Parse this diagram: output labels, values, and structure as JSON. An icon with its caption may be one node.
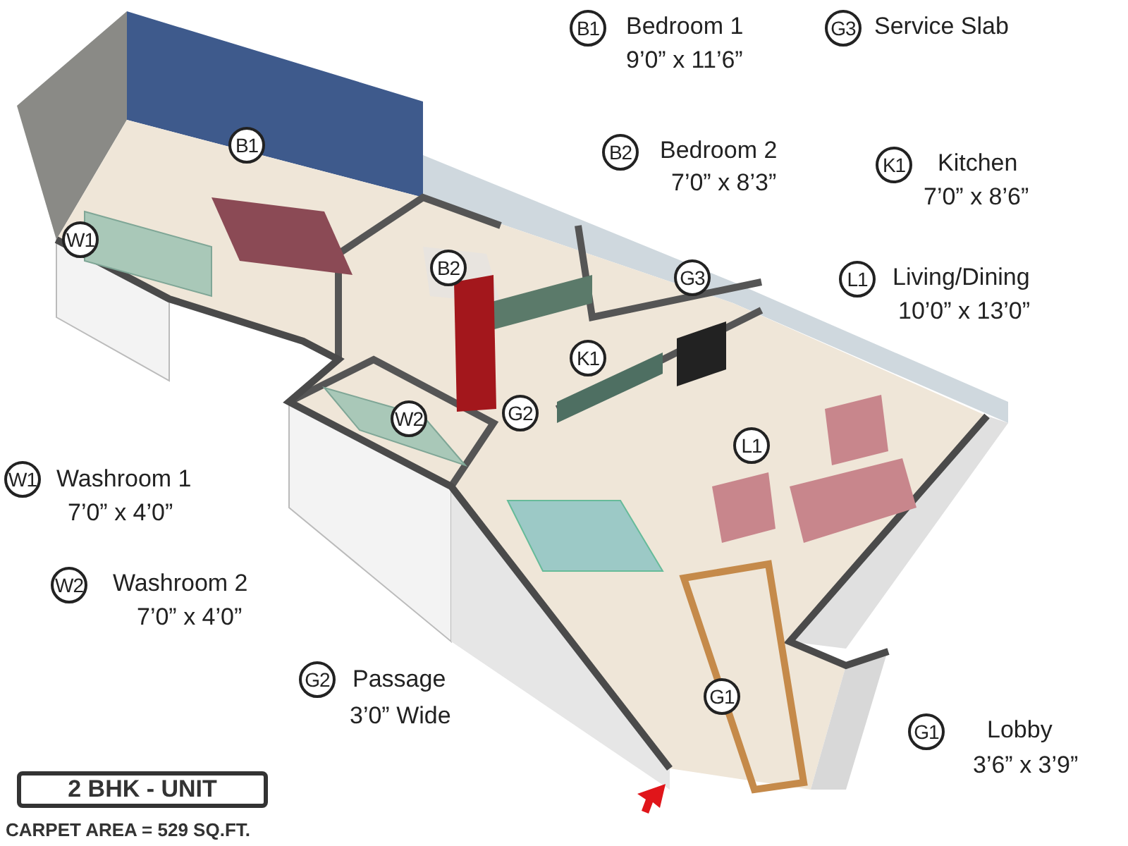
{
  "diagram": {
    "nodes": [
      {
        "text": [
          "B1"
        ],
        "beside": [
          "Bedroom 1",
          "9’0” x 11’6”"
        ]
      },
      {
        "text": [
          "G3"
        ],
        "beside": [
          "Service Slab"
        ]
      },
      {
        "text": [
          "B2"
        ],
        "beside": [
          "Bedroom 2",
          "7’0” x 8’3”"
        ]
      },
      {
        "text": [
          "K1"
        ],
        "beside": [
          "Kitchen",
          "7’0” x 8’6”"
        ]
      },
      {
        "text": [
          "L1"
        ],
        "beside": [
          "Living/Dining",
          "10’0” x 13’0”"
        ]
      },
      {
        "text": [
          "W1"
        ],
        "beside": [
          "Washroom 1",
          "7’0” x 4’0”"
        ]
      },
      {
        "text": [
          "W2"
        ],
        "beside": [
          "Washroom 2",
          "7’0” x 4’0”"
        ]
      },
      {
        "text": [
          "G2"
        ],
        "beside": [
          "Passage",
          "3’0” Wide"
        ]
      },
      {
        "text": [
          "G1"
        ],
        "beside": [
          "Lobby",
          "3’6” x 3’9”"
        ]
      },
      {
        "text": [
          "B1"
        ]
      },
      {
        "text": [
          "W1"
        ]
      },
      {
        "text": [
          "B2"
        ]
      },
      {
        "text": [
          "G3"
        ]
      },
      {
        "text": [
          "K1"
        ]
      },
      {
        "text": [
          "G2"
        ]
      },
      {
        "text": [
          "W2"
        ]
      },
      {
        "text": [
          "L1"
        ]
      },
      {
        "text": [
          "G1"
        ]
      },
      {
        "text": [
          "2 BHK - UNIT"
        ]
      }
    ],
    "labels": [
      "CARPET AREA = 529 SQ.FT."
    ]
  }
}
